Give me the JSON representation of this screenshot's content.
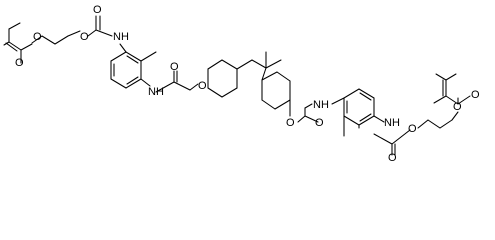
{
  "structure": {
    "atoms": {
      "o_ester_carbonyl_left": "O",
      "o_ester_ether_left": "O",
      "o_carbamate_ether_left": "O",
      "o_carbamate_carbonyl_left": "O",
      "nh_upper_left": "NH",
      "nh_lower_left": "NH",
      "o_carbamate_carbonyl_center": "O",
      "o_cyclohexyl_left": "O",
      "nh_right_top": "NH",
      "o_cyclohexyl_right": "O",
      "o_carbamate_carbonyl_right": "O",
      "nh_right_bottom": "NH",
      "o_carbamate_carbonyl_far_right": "O",
      "o_carbamate_ether_right": "O",
      "o_ester_carbonyl_right": "O",
      "o_ester_ether_right": "O"
    }
  }
}
